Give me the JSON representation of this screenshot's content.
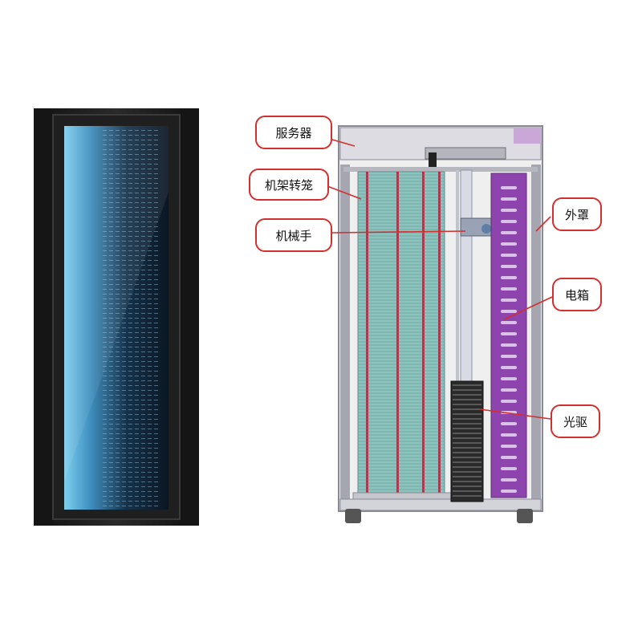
{
  "labels": {
    "server": "服务器",
    "rack_carousel": "机架转笼",
    "robot_arm": "机械手",
    "enclosure": "外罩",
    "electrical_box": "电箱",
    "optical_drive": "光驱"
  },
  "colors": {
    "callout_border": "#d32f2f",
    "leader_line": "#d32f2f",
    "electrical_box": "#8e44ad",
    "disc_stack": "#7fb8b4",
    "rack_rail": "#b0324a",
    "frame": "#9a9aa6",
    "front_glass": "#4aa6d6",
    "cabinet_body": "#222222"
  }
}
